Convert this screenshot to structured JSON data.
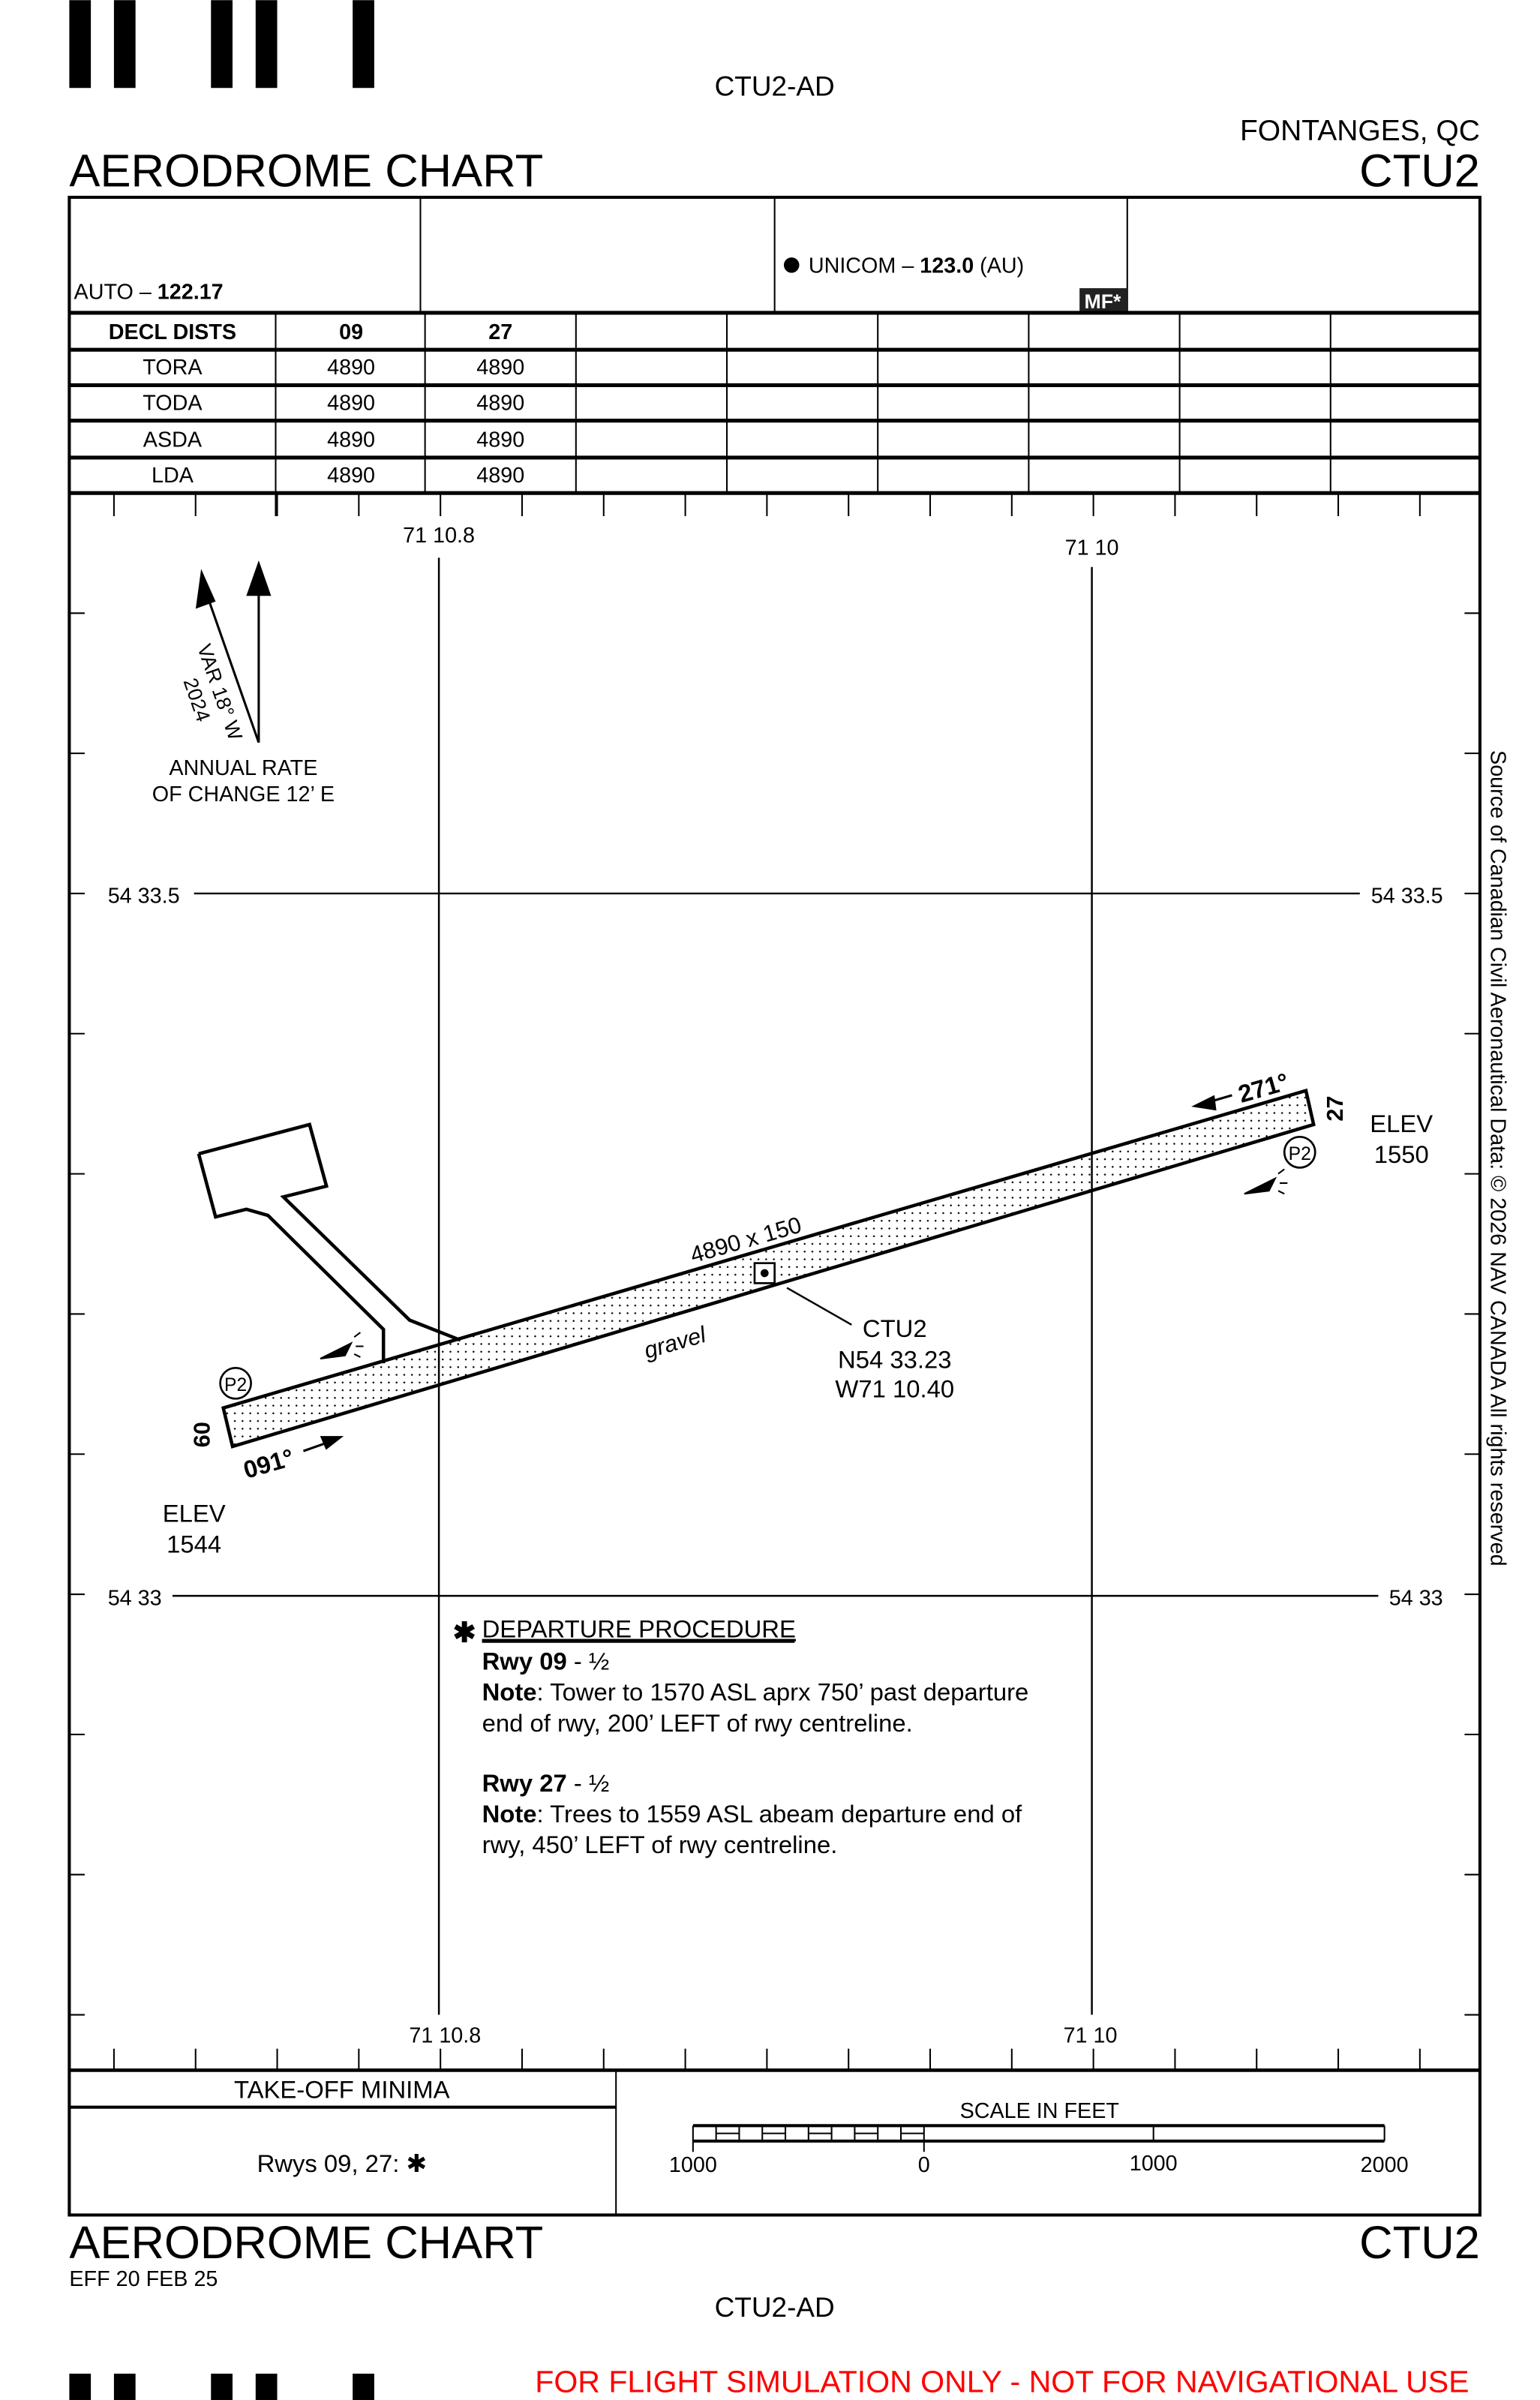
{
  "header": {
    "doc_id_top": "CTU2-AD",
    "location": "FONTANGES, QC",
    "chart_title": "AERODROME CHART",
    "ident": "CTU2"
  },
  "comms": {
    "auto_label": "AUTO – ",
    "auto_freq": "122.17",
    "unicom_label": "UNICOM – ",
    "unicom_freq": "123.0",
    "unicom_suffix": " (AU)",
    "mf_badge": "MF*"
  },
  "decl_dists": {
    "headers": [
      "DECL DISTS",
      "09",
      "27"
    ],
    "rows": [
      {
        "label": "TORA",
        "r09": "4890",
        "r27": "4890"
      },
      {
        "label": "TODA",
        "r09": "4890",
        "r27": "4890"
      },
      {
        "label": "ASDA",
        "r09": "4890",
        "r27": "4890"
      },
      {
        "label": "LDA",
        "r09": "4890",
        "r27": "4890"
      }
    ]
  },
  "grid": {
    "lon_west": "71 10.8",
    "lon_east": "71 10",
    "lat_north": "54 33.5",
    "lat_south": "54 33"
  },
  "magnetic": {
    "variation": "VAR 18° W",
    "year": "2024",
    "annual_rate_1": "ANNUAL RATE",
    "annual_rate_2": "OF CHANGE 12’ E"
  },
  "runway": {
    "dimensions": "4890 x 150",
    "surface": "gravel",
    "end_west": "09",
    "end_east": "27",
    "heading_west": "091°",
    "heading_east": "271°",
    "papi": "P2",
    "elev_label": "ELEV",
    "elev_west": "1544",
    "elev_east": "1550"
  },
  "arp": {
    "ident": "CTU2",
    "lat": "N54 33.23",
    "lon": "W71 10.40"
  },
  "departure": {
    "title": "DEPARTURE PROCEDURE",
    "rwy09_label": "Rwy 09",
    "rwy09_value": " - ½",
    "rwy09_note_label": "Note",
    "rwy09_note_1": ": Tower to 1570 ASL aprx 750’ past departure",
    "rwy09_note_2": "end of rwy, 200’ LEFT of rwy centreline.",
    "rwy27_label": "Rwy 27",
    "rwy27_value": " - ½",
    "rwy27_note_label": "Note",
    "rwy27_note_1": ": Trees to 1559 ASL abeam departure end of",
    "rwy27_note_2": "rwy, 450’ LEFT of rwy centreline."
  },
  "source_note": "Source of Canadian Civil Aeronautical Data: © 2026 NAV CANADA All rights reserved",
  "takeoff_minima": {
    "title": "TAKE-OFF MINIMA",
    "value": "Rwys 09, 27: ✱"
  },
  "scale": {
    "title": "SCALE IN FEET",
    "ticks": [
      "1000",
      "0",
      "1000",
      "2000"
    ]
  },
  "footer": {
    "chart_title": "AERODROME CHART",
    "ident": "CTU2",
    "effective": "EFF 20 FEB 25",
    "doc_id_bottom": "CTU2-AD",
    "disclaimer": "FOR FLIGHT SIMULATION ONLY - NOT FOR NAVIGATIONAL USE",
    "disclaimer_color": "#ff0000"
  }
}
